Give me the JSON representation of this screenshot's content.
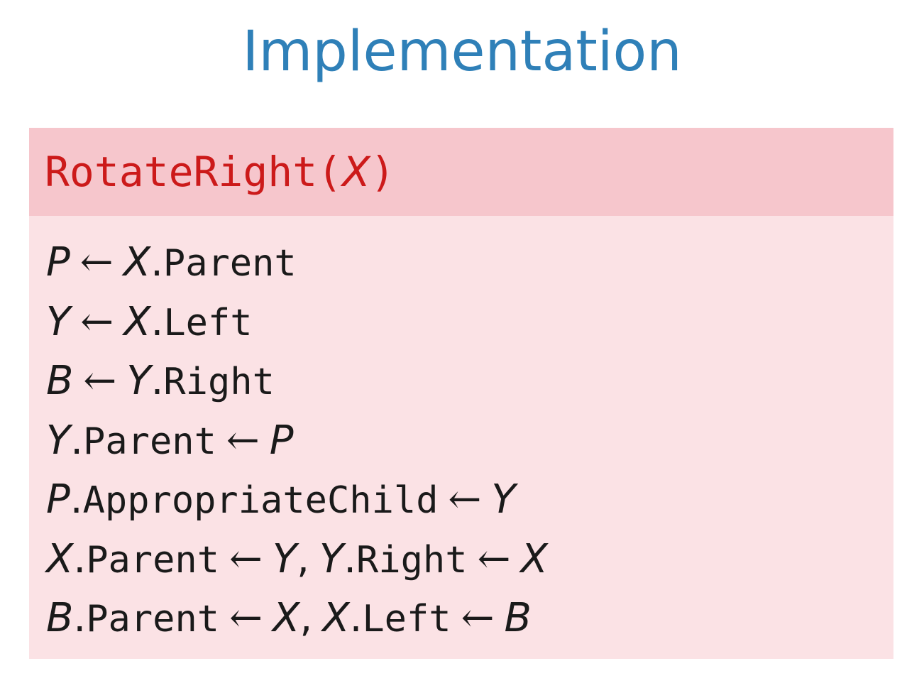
{
  "slide": {
    "title": "Implementation"
  },
  "block": {
    "title_func": "RotateRight",
    "title_open": "(",
    "title_arg": "X",
    "title_close": ")"
  },
  "lines": [
    {
      "lhs_var": "P",
      "arrow": "←",
      "rhs_var": "X",
      "dot": ".",
      "rhs_field": "Parent"
    },
    {
      "lhs_var": "Y",
      "arrow": "←",
      "rhs_var": "X",
      "dot": ".",
      "rhs_field": "Left"
    },
    {
      "lhs_var": "B",
      "arrow": "←",
      "rhs_var": "Y",
      "dot": ".",
      "rhs_field": "Right"
    },
    {
      "lhs_var": "Y",
      "dot": ".",
      "lhs_field": "Parent",
      "arrow": "←",
      "rhs_var": "P"
    },
    {
      "lhs_var": "P",
      "dot": ".",
      "lhs_field": "AppropriateChild",
      "arrow": "←",
      "rhs_var": "Y"
    },
    {
      "a_var": "X",
      "dot": ".",
      "a_field": "Parent",
      "arrow": "←",
      "a_rhs": "Y",
      "comma": ",",
      "b_var": "Y",
      "b_field": "Right",
      "b_rhs": "X"
    },
    {
      "a_var": "B",
      "dot": ".",
      "a_field": "Parent",
      "arrow": "←",
      "a_rhs": "X",
      "comma": ",",
      "b_var": "X",
      "b_field": "Left",
      "b_rhs": "B"
    }
  ]
}
